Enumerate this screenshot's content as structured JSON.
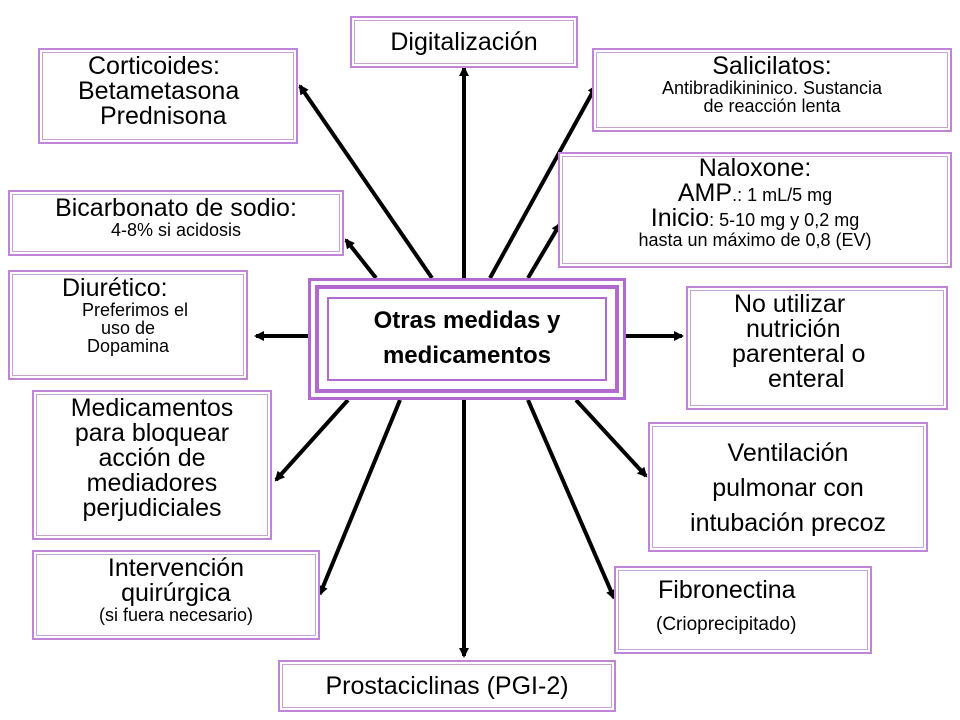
{
  "center": {
    "line1": "Otras medidas y",
    "line2": "medicamentos"
  },
  "boxes": {
    "digitalizacion": {
      "l1": "Digitalización"
    },
    "corticoides": {
      "l1": "Corticoides:",
      "l2": "Betametasona",
      "l3": "Prednisona"
    },
    "salicilatos": {
      "l1": "Salicilatos:",
      "l2": "Antibradikininico. Sustancia",
      "l3": "de reacción lenta"
    },
    "bicarbonato": {
      "l1": "Bicarbonato de sodio:",
      "l2": "4-8% si acidosis"
    },
    "naloxone": {
      "l1": "Naloxone:",
      "l2a": "AMP",
      "l2b": ".: 1 mL/5 mg",
      "l3a": "Inicio",
      "l3b": ": 5-10 mg y 0,2 mg",
      "l4": "hasta un máximo de 0,8 (EV)"
    },
    "diuretico": {
      "l1": "Diurético:",
      "l2": "Preferimos el",
      "l3": "uso de",
      "l4": "Dopamina"
    },
    "nutricion": {
      "l1": "No utilizar",
      "l2": "nutrición",
      "l3": "parenteral o",
      "l4": "enteral"
    },
    "medicamentos": {
      "l1": "Medicamentos",
      "l2": "para bloquear",
      "l3": "acción de",
      "l4": "mediadores",
      "l5": "perjudiciales"
    },
    "ventilacion": {
      "l1": "Ventilación",
      "l2": "pulmonar con",
      "l3": "intubación precoz"
    },
    "intervencion": {
      "l1": "Intervención",
      "l2": "quirúrgica",
      "l3": "(si fuera necesario)"
    },
    "fibronectina": {
      "l1": "Fibronectina",
      "l2": "(Crioprecipitado)"
    },
    "prostaciclinas": {
      "l1": "Prostaciclinas (PGI-2)"
    }
  },
  "colors": {
    "border": "#c084d8",
    "center_border": "#b06ad0",
    "arrow": "#000000"
  }
}
